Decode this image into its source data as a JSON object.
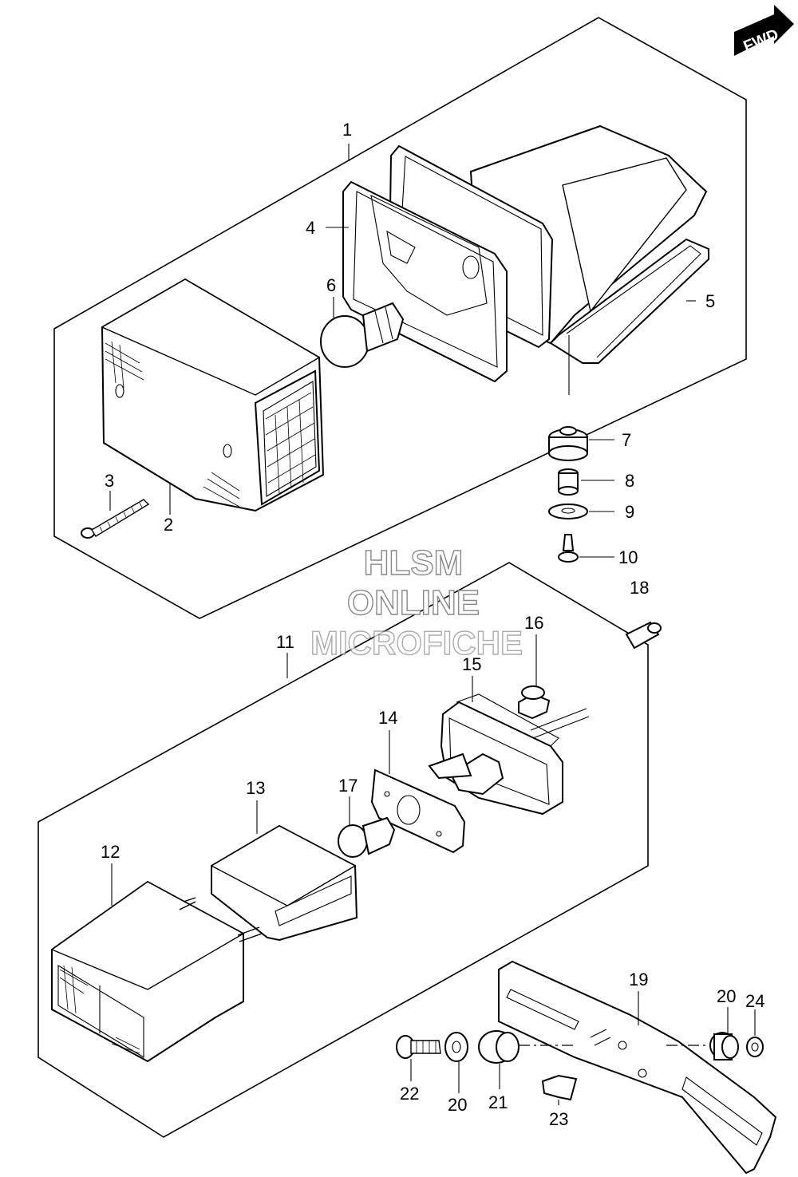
{
  "watermark": {
    "line1": "HLSM",
    "line2": "ONLINE",
    "line3": "MICROFICHE"
  },
  "fwd_badge": {
    "label": "FWD",
    "icon": "forward-arrow-icon"
  },
  "callouts": [
    "1",
    "2",
    "3",
    "4",
    "5",
    "6",
    "7",
    "8",
    "9",
    "10",
    "11",
    "12",
    "13",
    "14",
    "15",
    "16",
    "17",
    "18",
    "19",
    "20",
    "20",
    "21",
    "22",
    "23",
    "24"
  ],
  "colors": {
    "line": "#000000",
    "background": "#ffffff",
    "watermark_outline": "#888888"
  }
}
